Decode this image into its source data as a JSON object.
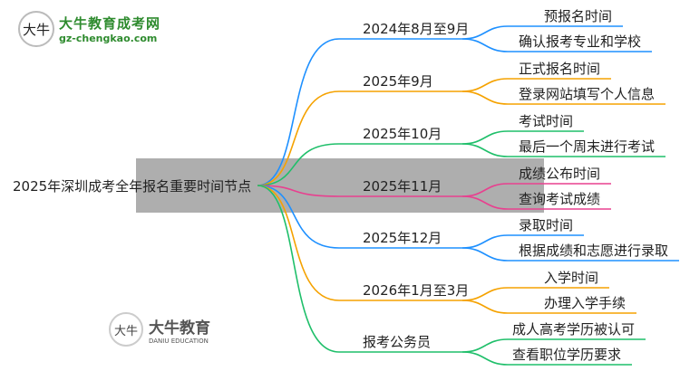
{
  "logo": {
    "mark": "大牛",
    "name": "大牛教育成考网",
    "url": "gz-chengkao.com"
  },
  "watermark": {
    "mark": "大牛",
    "name": "大牛教育",
    "en": "DANIU EDUCATION"
  },
  "root": "2025年深圳成考全年报名重要时间节点",
  "branches": [
    {
      "label": "2024年8月至9月",
      "color": "#1e90ff",
      "children": [
        "预报名时间",
        "确认报考专业和学校"
      ]
    },
    {
      "label": "2025年9月",
      "color": "#f5a200",
      "children": [
        "正式报名时间",
        "登录网站填写个人信息"
      ]
    },
    {
      "label": "2025年10月",
      "color": "#1fbf6a",
      "children": [
        "考试时间",
        "最后一个周末进行考试"
      ]
    },
    {
      "label": "2025年11月",
      "color": "#e8408f",
      "children": [
        "成绩公布时间",
        "查询考试成绩"
      ]
    },
    {
      "label": "2025年12月",
      "color": "#1e90ff",
      "children": [
        "录取时间",
        "根据成绩和志愿进行录取"
      ]
    },
    {
      "label": "2026年1月至3月",
      "color": "#f5a200",
      "children": [
        "入学时间",
        "办理入学手续"
      ]
    },
    {
      "label": "报考公务员",
      "color": "#1fbf6a",
      "children": [
        "成人高考学历被认可",
        "查看职位学历要求"
      ]
    }
  ]
}
